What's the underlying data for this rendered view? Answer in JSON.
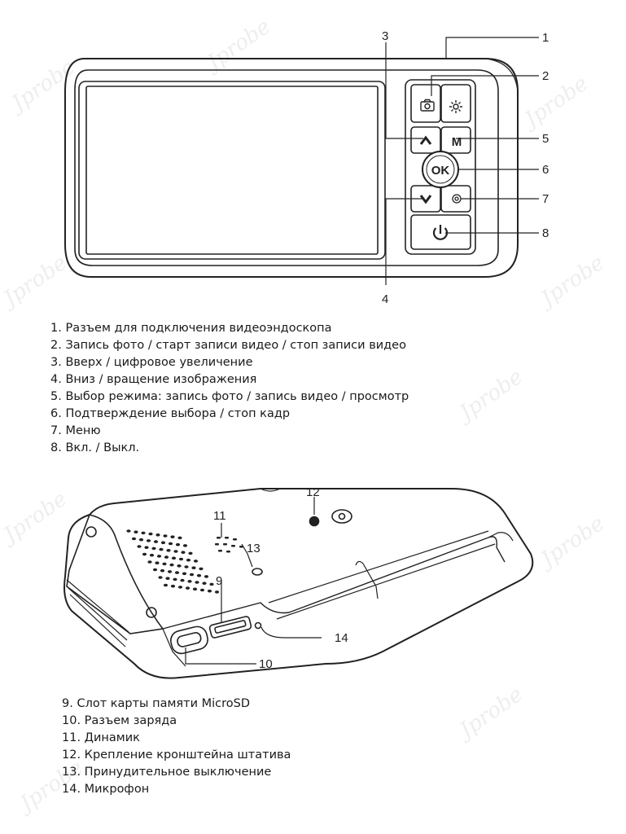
{
  "watermark": "Jprobe",
  "front_view": {
    "callouts": [
      "1",
      "2",
      "3",
      "4",
      "5",
      "6",
      "7",
      "8"
    ],
    "buttons": {
      "mode": "M",
      "ok": "OK",
      "camera_icon": "camera-icon",
      "brightness_icon": "sun-icon",
      "up_icon": "chevron-up-icon",
      "down_icon": "chevron-down-icon",
      "settings_icon": "gear-icon",
      "power_icon": "power-icon"
    }
  },
  "legend_front": [
    "1. Разъем для подключения видеоэндоскопа",
    "2. Запись фото / старт записи видео / стоп записи видео",
    "3. Вверх / цифровое увеличение",
    "4. Вниз / вращение изображения",
    "5. Выбор режима: запись фото / запись видео / просмотр",
    "6. Подтверждение выбора / стоп кадр",
    "7. Меню",
    "8. Вкл. / Выкл."
  ],
  "back_view": {
    "callouts": [
      "9",
      "10",
      "11",
      "12",
      "13",
      "14"
    ]
  },
  "legend_back": [
    "9. Слот карты памяти MicroSD",
    "10. Разъем заряда",
    "11. Динамик",
    "12. Крепление кронштейна штатива",
    "13. Принудительное выключение",
    "14. Микрофон"
  ]
}
